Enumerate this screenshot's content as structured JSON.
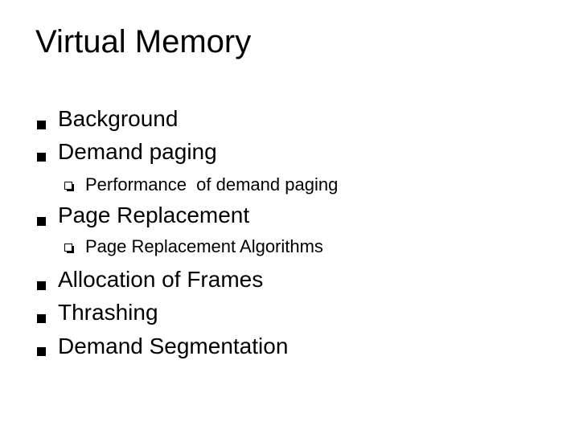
{
  "slide": {
    "title": "Virtual Memory",
    "bullets": [
      {
        "level": 1,
        "text": "Background"
      },
      {
        "level": 1,
        "text": "Demand paging"
      },
      {
        "level": 2,
        "text": "Performance  of demand paging"
      },
      {
        "level": 1,
        "text": "Page Replacement"
      },
      {
        "level": 2,
        "text": "Page Replacement Algorithms"
      },
      {
        "level": 1,
        "text": "Allocation of Frames"
      },
      {
        "level": 1,
        "text": "Thrashing"
      },
      {
        "level": 1,
        "text": "Demand Segmentation"
      }
    ],
    "bullet_icons": {
      "level1": "filled-square-bullet-icon",
      "level2": "hollow-box-bullet-icon"
    },
    "text_color": "#000000",
    "background_color": "#ffffff"
  }
}
